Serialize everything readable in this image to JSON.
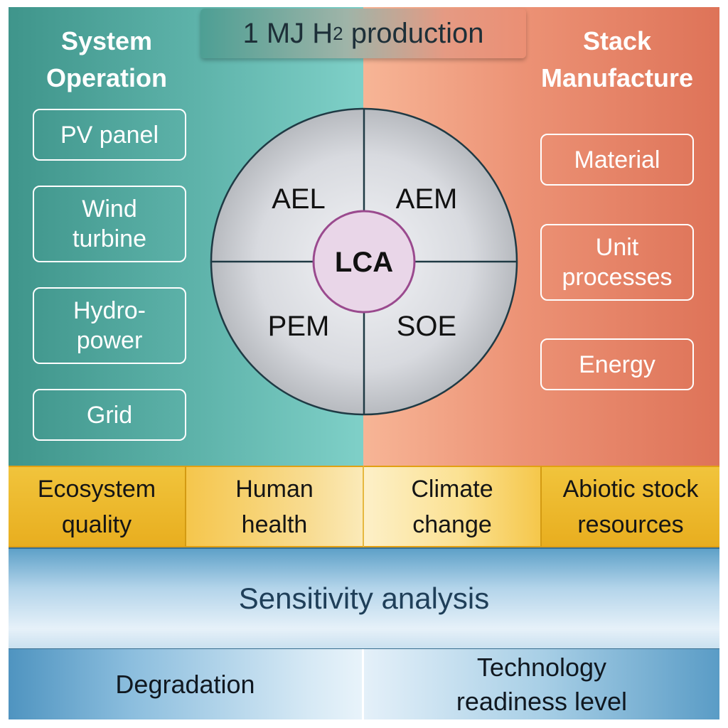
{
  "title": {
    "text": "1 MJ H",
    "subscript": "2",
    "suffix": " production"
  },
  "left": {
    "heading_line1": "System",
    "heading_line2": "Operation",
    "items": [
      {
        "line1": "PV panel",
        "line2": ""
      },
      {
        "line1": "Wind",
        "line2": "turbine"
      },
      {
        "line1": "Hydro-",
        "line2": "power"
      },
      {
        "line1": "Grid",
        "line2": ""
      }
    ]
  },
  "right": {
    "heading_line1": "Stack",
    "heading_line2": "Manufacture",
    "items": [
      {
        "line1": "Material",
        "line2": ""
      },
      {
        "line1": "Unit",
        "line2": "processes"
      },
      {
        "line1": "Energy",
        "line2": ""
      }
    ]
  },
  "circle": {
    "center": "LCA",
    "quadrants": [
      "AEL",
      "AEM",
      "PEM",
      "SOE"
    ]
  },
  "impacts": [
    {
      "line1": "Ecosystem",
      "line2": "quality"
    },
    {
      "line1": "Human",
      "line2": "health"
    },
    {
      "line1": "Climate",
      "line2": "change"
    },
    {
      "line1": "Abiotic stock",
      "line2": "resources"
    }
  ],
  "sensitivity": {
    "label": "Sensitivity analysis"
  },
  "bottom": [
    {
      "line1": "Degradation",
      "line2": ""
    },
    {
      "line1": "Technology",
      "line2": "readiness level"
    }
  ],
  "colors": {
    "teal": "#5fb4ab",
    "salmon": "#ec9275",
    "impact_yellow": "#f1c43c",
    "sensitivity_blue": "#5b9fc7",
    "lca_center": "#e9d6e8"
  }
}
